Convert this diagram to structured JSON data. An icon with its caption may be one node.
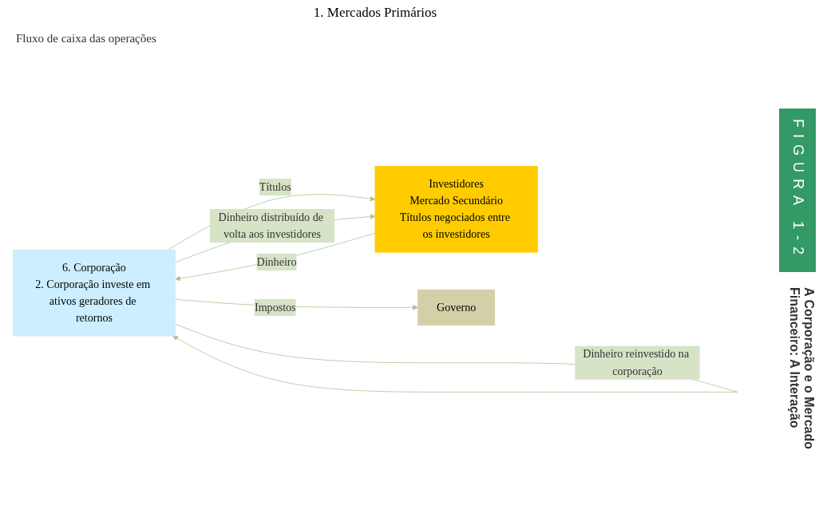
{
  "diagram": {
    "caption": "A Corporação e o Mercado Financeiro: A Interação",
    "nodes": [
      {
        "text": [
          "6. Corporação",
          "2. Corporação investe em ativos geradores de retornos"
        ]
      },
      {
        "text": [
          "Investidores",
          "Mercado Secundário",
          "Títulos negociados entre os investidores"
        ]
      },
      {
        "text": [
          "Governo"
        ]
      }
    ],
    "edges": [
      {
        "from": 1,
        "to": 0,
        "arrow": "to",
        "label": "Dinheiro"
      },
      {
        "from": 0,
        "to": 1,
        "arrow": "to",
        "label": "Títulos"
      },
      {
        "from": 0,
        "to": 1,
        "arrow": "to",
        "label": "Dinheiro distribuído de volta aos investidores"
      },
      {
        "from": 0,
        "to": 0,
        "arrow": "to",
        "label": "Dinheiro reinvestido na corporação"
      },
      {
        "from": 0,
        "to": 2,
        "arrow": "to",
        "label": "Impostos"
      }
    ],
    "labels": [
      "1. Mercados Primários",
      "Fluxo de caixa das operações",
      "FIGURA 1-2"
    ]
  }
}
